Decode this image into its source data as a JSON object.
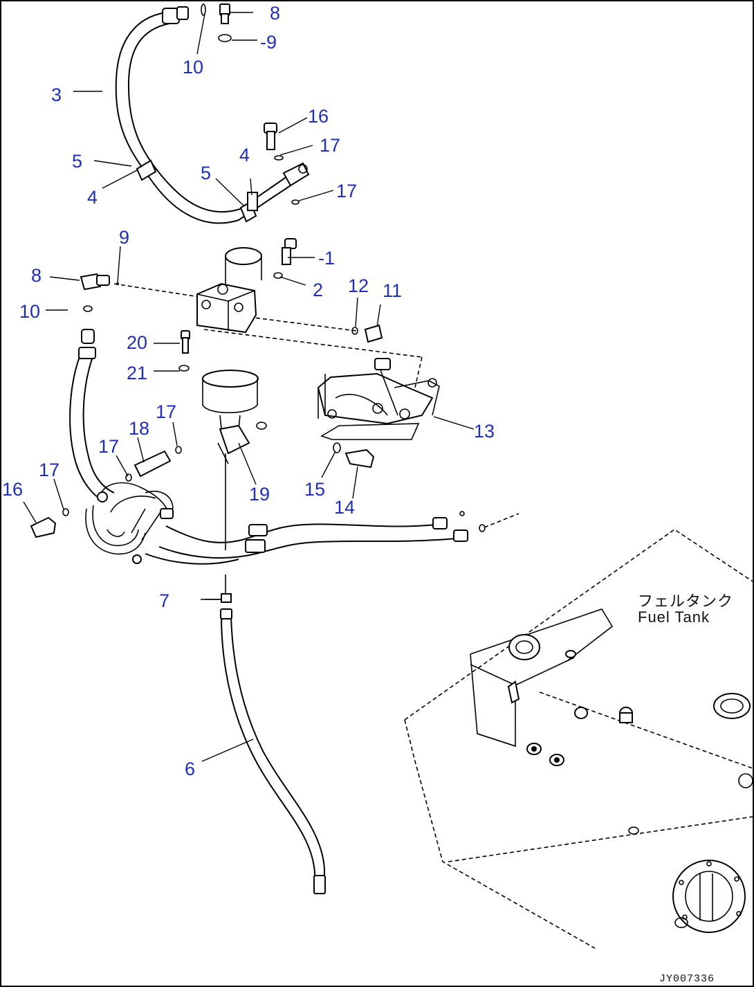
{
  "diagram": {
    "callouts": [
      {
        "id": "c8a",
        "text": "8"
      },
      {
        "id": "c9a",
        "text": "-9"
      },
      {
        "id": "c10a",
        "text": "10"
      },
      {
        "id": "c3",
        "text": "3"
      },
      {
        "id": "c16a",
        "text": "16"
      },
      {
        "id": "c17a",
        "text": "17"
      },
      {
        "id": "c5a",
        "text": "5"
      },
      {
        "id": "c4a",
        "text": "4"
      },
      {
        "id": "c5b",
        "text": "5"
      },
      {
        "id": "c4b",
        "text": "4"
      },
      {
        "id": "c17b",
        "text": "17"
      },
      {
        "id": "c9b",
        "text": "9"
      },
      {
        "id": "c1",
        "text": "-1"
      },
      {
        "id": "c8b",
        "text": "8"
      },
      {
        "id": "c2",
        "text": "2"
      },
      {
        "id": "c12",
        "text": "12"
      },
      {
        "id": "c11",
        "text": "11"
      },
      {
        "id": "c10b",
        "text": "10"
      },
      {
        "id": "c20",
        "text": "20"
      },
      {
        "id": "c21",
        "text": "21"
      },
      {
        "id": "c17c",
        "text": "17"
      },
      {
        "id": "c18",
        "text": "18"
      },
      {
        "id": "c17d",
        "text": "17"
      },
      {
        "id": "c13",
        "text": "13"
      },
      {
        "id": "c17e",
        "text": "17"
      },
      {
        "id": "c16b",
        "text": "16"
      },
      {
        "id": "c19",
        "text": "19"
      },
      {
        "id": "c15",
        "text": "15"
      },
      {
        "id": "c14",
        "text": "14"
      },
      {
        "id": "c7",
        "text": "7"
      },
      {
        "id": "c6",
        "text": "6"
      }
    ],
    "tank_label_jp": "フェルタンク",
    "tank_label_en": "Fuel Tank",
    "drawing_code": "JY007336",
    "callout_color": "#1f2fb5"
  }
}
